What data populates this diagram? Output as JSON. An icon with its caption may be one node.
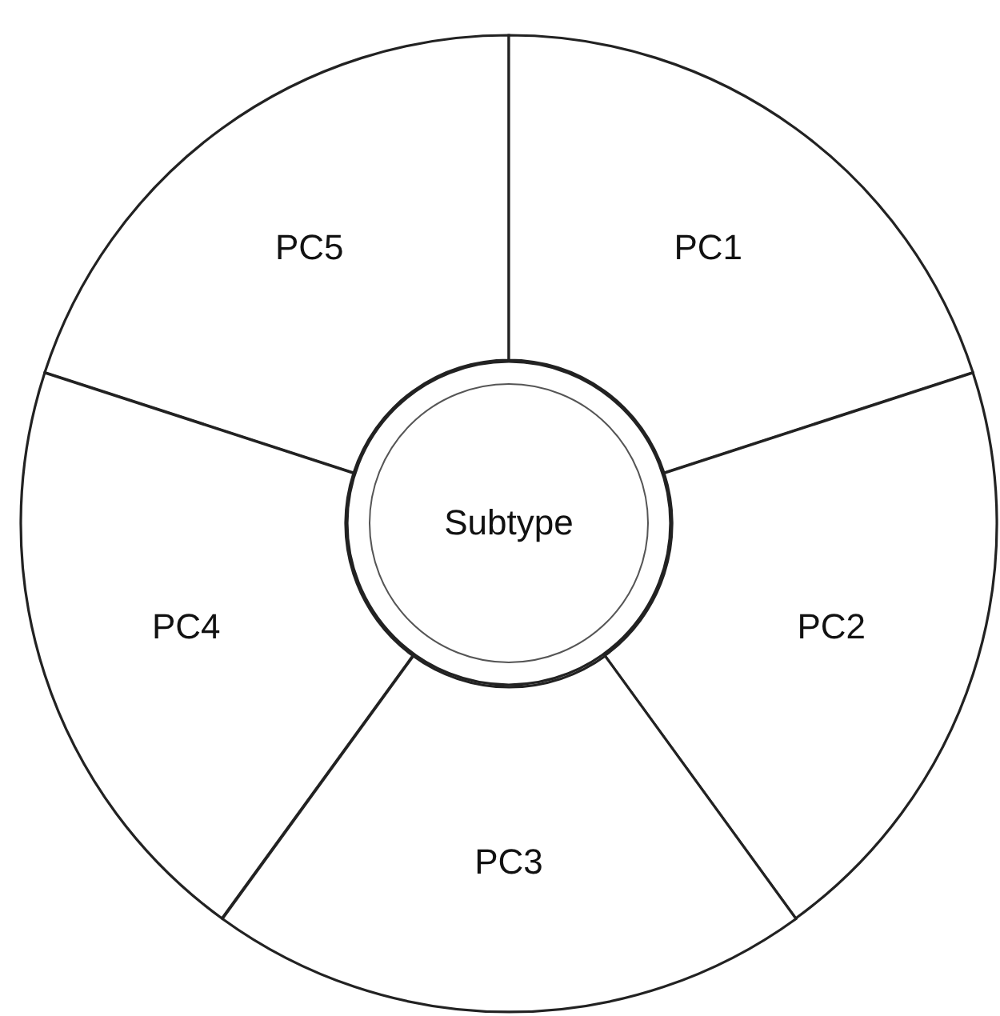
{
  "diagram": {
    "nodes": [
      {
        "text": [
          "PC5"
        ]
      },
      {
        "text": [
          "PC1"
        ]
      },
      {
        "text": [
          "Subtype"
        ]
      },
      {
        "text": [
          "PC4"
        ]
      },
      {
        "text": [
          "PC2"
        ]
      },
      {
        "text": [
          "PC3"
        ]
      }
    ]
  }
}
